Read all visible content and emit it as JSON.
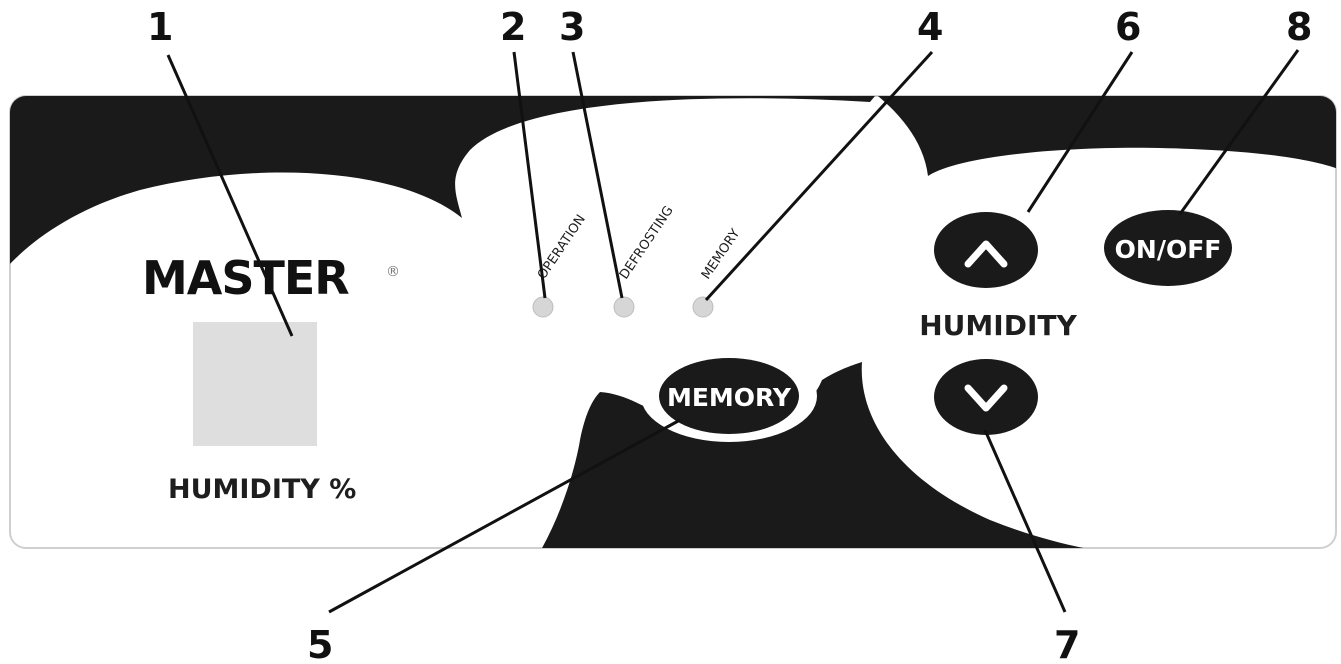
{
  "brand": {
    "name": "MASTER",
    "mark": "®"
  },
  "display": {
    "label": "HUMIDITY %"
  },
  "indicators": [
    {
      "label": "OPERATION"
    },
    {
      "label": "DEFROSTING"
    },
    {
      "label": "MEMORY"
    }
  ],
  "buttons": {
    "memory": "MEMORY",
    "humidity_label": "HUMIDITY",
    "up_icon": "chevron-up-icon",
    "down_icon": "chevron-down-icon",
    "power": "ON/OFF"
  },
  "callouts": [
    "1",
    "2",
    "3",
    "4",
    "5",
    "6",
    "7",
    "8"
  ],
  "colors": {
    "panel_dark": "#1a1a1a",
    "panel_light": "#ffffff",
    "display_window": "#dedede",
    "led": "#d6d6d6",
    "text": "#1e1e1e"
  }
}
